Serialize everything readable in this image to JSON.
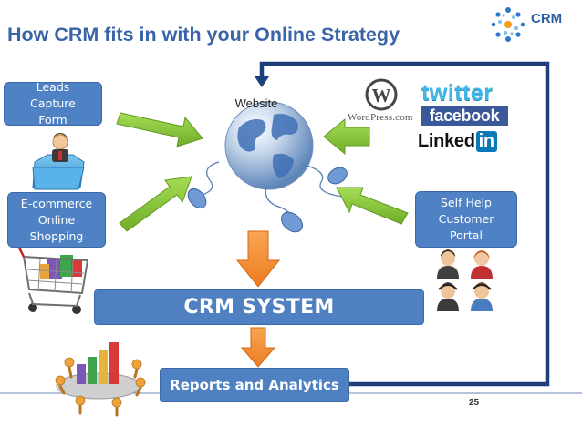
{
  "slide": {
    "title": "How CRM fits in with your Online Strategy",
    "logo_text": "CRM",
    "page_number": "25"
  },
  "nodes": {
    "leads_capture": "Leads Capture Form",
    "ecommerce": "E-commerce Online Shopping",
    "self_help": "Self Help Customer Portal",
    "website": "Website",
    "crm_system": "CRM SYSTEM",
    "reports": "Reports and Analytics"
  },
  "leads_lines": [
    "Leads Capture",
    "Form"
  ],
  "ecommerce_lines": [
    "E-commerce",
    "Online",
    "Shopping"
  ],
  "self_help_lines": [
    "Self Help",
    "Customer",
    "Portal"
  ],
  "brands": {
    "twitter": "twitter",
    "facebook": "facebook",
    "linked": "Linked",
    "in": "in",
    "wordpress": "WordPress.com"
  },
  "icons": [
    "crm-logo-icon",
    "person-folder-icon",
    "shopping-cart-icon",
    "globe-icon",
    "mouse-icon",
    "wordpress-icon",
    "people-icon",
    "meeting-chart-icon"
  ],
  "colors": {
    "title": "#3a64a8",
    "box_fill": "#4e82c4",
    "green_arrow": "#8fcc3b",
    "orange_arrow": "#f5913a",
    "loop_line": "#1f3f7a"
  }
}
